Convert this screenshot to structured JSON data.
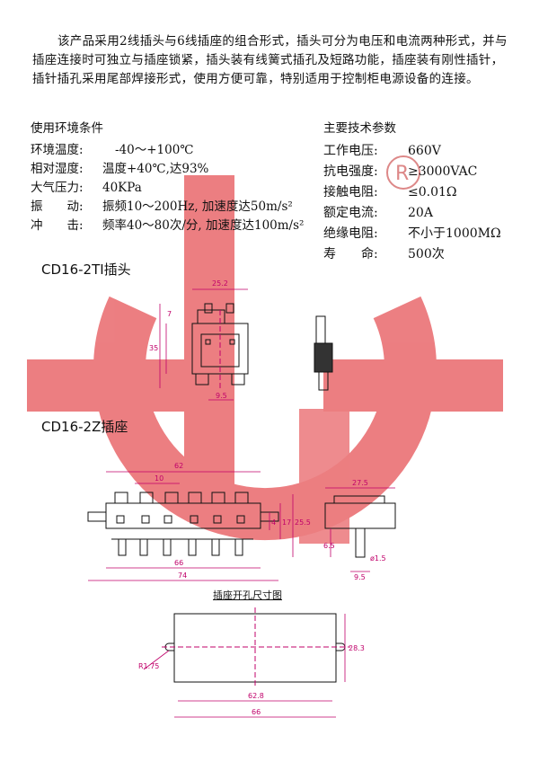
{
  "intro": "该产品采用2线插头与6线插座的组合形式，插头可分为电压和电流两种形式，并与插座连接时可独立与插座锁紧，插头装有线簧式插孔及短路功能，插座装有刚性插针，插针插孔采用尾部焊接形式，使用方便可靠，特别适用于控制柜电源设备的连接。",
  "env": {
    "title": "使用环境条件",
    "rows": [
      {
        "label": "环境温度:",
        "value": "-40～+100℃"
      },
      {
        "label": "相对湿度:",
        "value": "温度+40℃,达93%"
      },
      {
        "label": "大气压力:",
        "value": "40KPa"
      },
      {
        "label": "振　　动:",
        "value": "振频10～200Hz, 加速度达50m/s²"
      },
      {
        "label": "冲　　击:",
        "value": "频率40～80次/分, 加速度达100m/s²"
      }
    ]
  },
  "tech": {
    "title": "主要技术参数",
    "rows": [
      {
        "label": "工作电压:",
        "value": "660V"
      },
      {
        "label": "抗电强度:",
        "value": "≥3000VAC"
      },
      {
        "label": "接触电阻:",
        "value": "≤0.01Ω"
      },
      {
        "label": "额定电流:",
        "value": "20A"
      },
      {
        "label": "绝缘电阻:",
        "value": "不小于1000MΩ"
      },
      {
        "label": "寿　　命:",
        "value": "500次"
      }
    ]
  },
  "captions": {
    "plug": "CD16-2TI插头",
    "socket": "CD16-2Z插座",
    "cutout": "插座开孔尺寸图"
  },
  "dims": {
    "plug_width": "25.2",
    "plug_top": "7",
    "plug_height": "35",
    "plug_bottom": "9.5",
    "socket_width": "62",
    "socket_pitch": "10",
    "socket_h1": "4",
    "socket_h2": "17",
    "socket_h3": "25.5",
    "socket_base": "66",
    "socket_total": "74",
    "side_width": "27.5",
    "side_h": "6.5",
    "side_pin": "ø1.5",
    "side_bottom": "9.5",
    "cut_radius": "R1.75",
    "cut_height": "28.3",
    "cut_inner": "62.8",
    "cut_outer": "66"
  },
  "colors": {
    "watermark": "#e9686c",
    "dim": "#c0006a",
    "line": "#111111"
  }
}
